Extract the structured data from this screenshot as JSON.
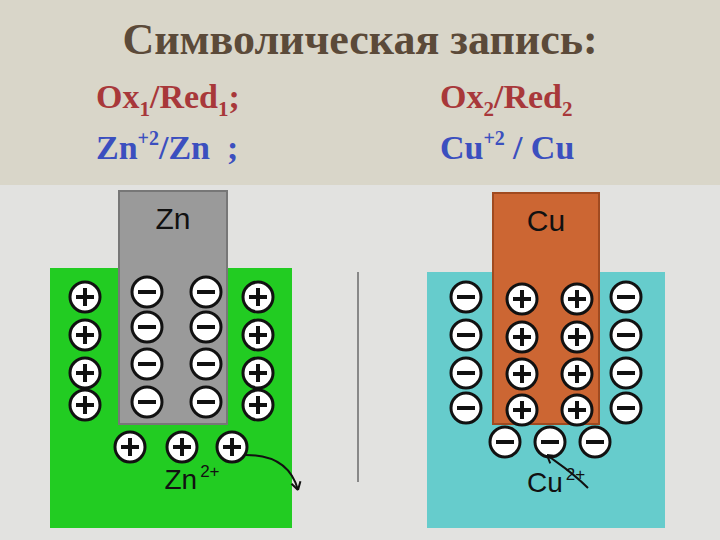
{
  "diagram": {
    "title": "Символическая запись:",
    "nodes": [
      {
        "text": [
          "Zn",
          "2+"
        ]
      },
      {
        "text": [
          "Zn"
        ],
        "in": 0
      },
      {
        "text": [
          "Cu",
          "2+"
        ]
      },
      {
        "text": [
          "Cu"
        ],
        "in": 2
      }
    ],
    "labels": [
      "Ox",
      "1",
      "/Red",
      "1",
      ";",
      "Ox",
      "2",
      "/Red",
      "2",
      "Zn",
      "+2",
      "/Zn  ;",
      "Cu",
      "+2",
      "/ Cu"
    ]
  }
}
